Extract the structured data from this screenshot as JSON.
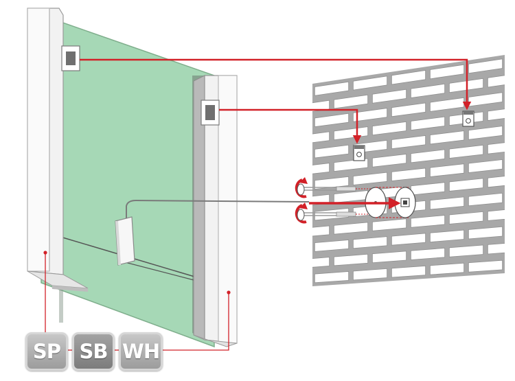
{
  "badges": [
    {
      "label": "SP"
    },
    {
      "label": "SB"
    },
    {
      "label": "WH"
    }
  ],
  "colors": {
    "panel_green": "#a6d8b6",
    "arrow_red": "#d22128",
    "frame_white": "#f2f2f2",
    "brick_fill": "#ffffff",
    "mortar_gray": "#a8a8a8"
  },
  "icons": [
    "wall-bracket-icon",
    "screw-anchor-icon",
    "rotate-arrow-icon",
    "mounting-disc-icon"
  ]
}
